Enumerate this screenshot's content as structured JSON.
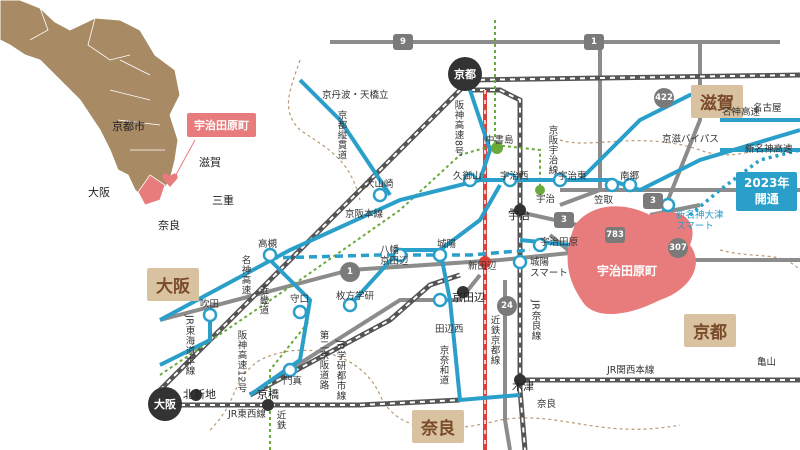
{
  "inset": {
    "kyoto_city": "京都市",
    "highlight": "宇治田原町",
    "shiga": "滋賀",
    "osaka": "大阪",
    "mie": "三重",
    "nara": "奈良"
  },
  "prefectures": {
    "osaka": "大阪",
    "shiga": "滋賀",
    "kyoto": "京都",
    "nara": "奈良"
  },
  "hubs": {
    "kyoto": "京都",
    "osaka": "大阪"
  },
  "routes": {
    "r9": "9",
    "r1": "1",
    "r422": "422",
    "r24": "24",
    "r3": "3",
    "r783": "783",
    "r307": "307",
    "r1b": "1"
  },
  "expressways": {
    "kyoto_jukan": "京都縦貫道",
    "hanshin_8": "阪神高速8号",
    "keiji_bypass": "京滋バイパス",
    "meishin": "名神高速",
    "shin_meishin": "新名神高速",
    "daini_keihan": "第二京阪道路",
    "keiji_bypass2": "京奈和道",
    "hanshin_12": "阪神高速12号",
    "keihan_road": "京阪本線",
    "gakken": "JR学研都市線",
    "kintetsu_kyoto": "近鉄京都線",
    "jr_nara": "JR奈良線",
    "keihan_uji": "京阪宇治線",
    "kintetsu": "近鉄",
    "jr_tozai": "JR東西線",
    "jr_tokaido": "JR東海道本線",
    "jr_kansai": "JR関西本線",
    "kinki": "近畿道",
    "meishin2": "名神高速"
  },
  "places": {
    "kyoto_tanba": "京丹波・天橋立",
    "nagoya": "名古屋",
    "kameyama": "亀山",
    "nara_arrow": "奈良",
    "kitashinchi": "北新地",
    "kyobashi": "京橋",
    "mamta": "門真",
    "moriguchi": "守口",
    "suita": "吹田",
    "takatsuki": "高槻",
    "oyamazaki": "大山崎",
    "kumiyama": "久御山",
    "yawata": "八幡\n京田辺",
    "joyo": "城陽",
    "shintanabe": "新田辺",
    "kyotanabe": "京田辺",
    "hirakata": "枚方学研",
    "tanabe_nishi": "田辺西",
    "chushojima": "中書島",
    "uji_nishi": "宇治西",
    "uji": "宇治",
    "uji_higashi": "宇治東",
    "kasatori": "笠取",
    "nango": "南郷",
    "uji_tawara": "宇治田原",
    "joyo_smart": "城陽\nスマート",
    "shinmeishin_otsu_smart": "新名神大津\nスマート",
    "kizu": "木津",
    "uji_jct": "宇治"
  },
  "highlight": {
    "town": "宇治田原町",
    "opening": "2023年\n開通"
  },
  "colors": {
    "expressway": "#2a9fc9",
    "road": "#8c8c8c",
    "jr": "#555555",
    "kintetsu": "#d9413b",
    "keihan": "#6aaa3a",
    "highlight": "#e87b7b",
    "beige": "#d9c2a0"
  }
}
